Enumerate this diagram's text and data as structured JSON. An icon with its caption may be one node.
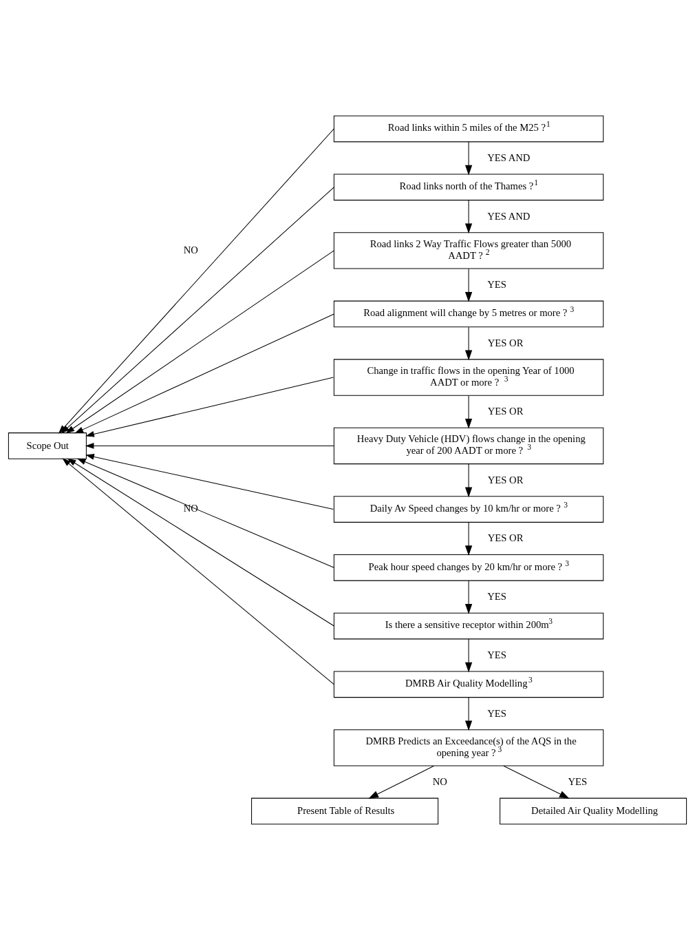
{
  "diagram": {
    "nodes": [
      {
        "text": [
          "Road links within 5 miles of the M25 ?$^{1}$"
        ]
      },
      {
        "text": [
          "Road links north of the Thames ?$^{1}$"
        ]
      },
      {
        "text": [
          "Road links 2 Way Traffic Flows greater than 5000 AADT ?$^{2}$"
        ]
      },
      {
        "text": [
          "Road alignment will change by 5 metres or more ? $^{3}$"
        ]
      },
      {
        "text": [
          "Change in traffic flows in the opening Year of 1000 AADT or more ? $^{3}$"
        ]
      },
      {
        "text": [
          "Heavy Duty Vehicle (HDV) flows change in the opening year of 200 AADT or more ? $^{3}$"
        ]
      },
      {
        "text": [
          "Daily Av Speed changes by 10 km/hr or more ? $^{3}$"
        ]
      },
      {
        "text": [
          "Peak hour speed changes by 20 km/hr or more ? $^{3}$"
        ]
      },
      {
        "text": [
          "Is there a sensitive receptor within 200m$^{3}$"
        ]
      },
      {
        "text": [
          "DMRB Air Quality Modelling$^{3}$"
        ]
      },
      {
        "text": [
          "DMRB Predicts an Exceedance(s) of the AQS in the opening year ?$^{3}$"
        ]
      },
      {
        "text": [
          "Scope Out"
        ]
      },
      {
        "text": [
          "Present Table of Results"
        ]
      },
      {
        "text": [
          "Detailed Air Quality Modelling"
        ]
      }
    ],
    "edges": [
      {
        "from": 0,
        "to": 1,
        "arrow": "to",
        "label": "YES AND"
      },
      {
        "from": 1,
        "to": 2,
        "arrow": "to",
        "label": "YES AND"
      },
      {
        "from": 2,
        "to": 3,
        "arrow": "to",
        "label": "YES"
      },
      {
        "from": 3,
        "to": 4,
        "arrow": "to",
        "label": "YES OR"
      },
      {
        "from": 4,
        "to": 5,
        "arrow": "to",
        "label": "YES OR"
      },
      {
        "from": 5,
        "to": 6,
        "arrow": "to",
        "label": "YES OR"
      },
      {
        "from": 6,
        "to": 7,
        "arrow": "to",
        "label": "YES OR"
      },
      {
        "from": 7,
        "to": 8,
        "arrow": "to",
        "label": "YES"
      },
      {
        "from": 8,
        "to": 9,
        "arrow": "to",
        "label": "YES"
      },
      {
        "from": 9,
        "to": 10,
        "arrow": "to",
        "label": "YES"
      },
      {
        "from": 10,
        "to": 12,
        "arrow": "to",
        "label": "NO"
      },
      {
        "from": 10,
        "to": 13,
        "arrow": "to",
        "label": "YES"
      },
      {
        "from": 0,
        "to": 11,
        "arrow": "to"
      },
      {
        "from": 1,
        "to": 11,
        "arrow": "to"
      },
      {
        "from": 2,
        "to": 11,
        "arrow": "to"
      },
      {
        "from": 3,
        "to": 11,
        "arrow": "to"
      },
      {
        "from": 4,
        "to": 11,
        "arrow": "to"
      },
      {
        "from": 5,
        "to": 11,
        "arrow": "to"
      },
      {
        "from": 6,
        "to": 11,
        "arrow": "to"
      },
      {
        "from": 7,
        "to": 11,
        "arrow": "to"
      },
      {
        "from": 8,
        "to": 11,
        "arrow": "to"
      },
      {
        "from": 9,
        "to": 11,
        "arrow": "to"
      }
    ],
    "labels": [
      "NO",
      "NO"
    ]
  }
}
